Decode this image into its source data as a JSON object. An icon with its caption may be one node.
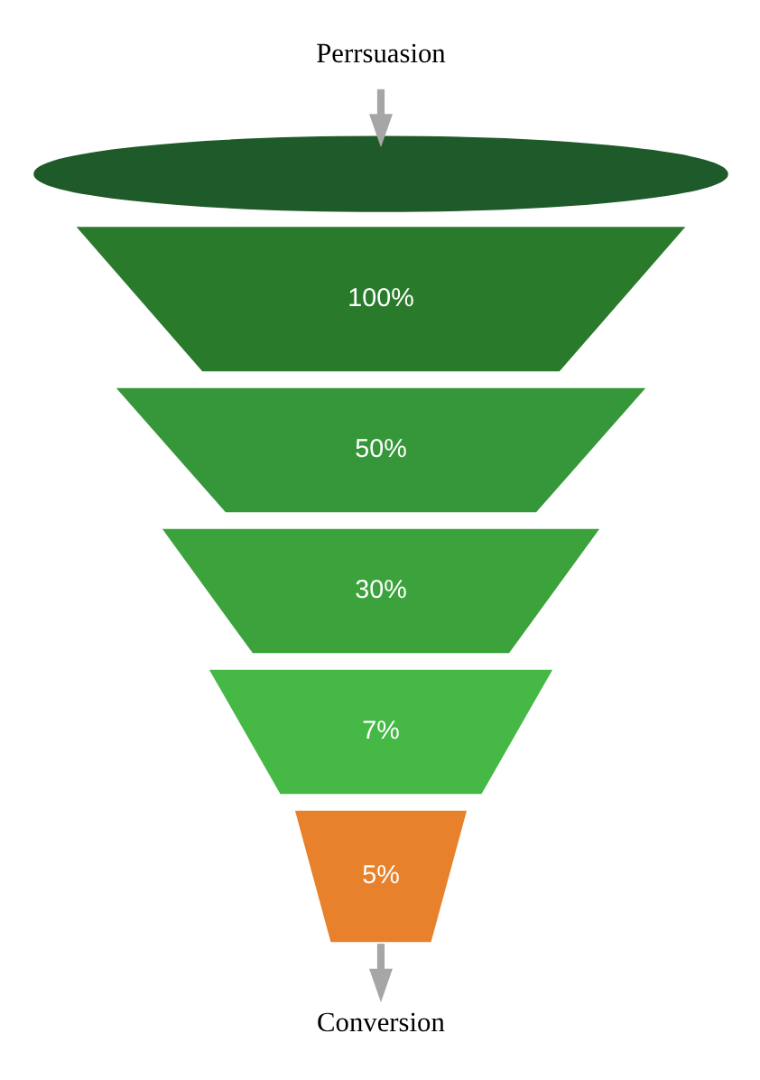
{
  "diagram": {
    "nodes": [
      {
        "text": [
          "Perrsuasion"
        ]
      },
      {
        "text": [],
        "shape": "ellipse"
      },
      {
        "text": [
          "100%"
        ]
      },
      {
        "text": [
          "50%"
        ]
      },
      {
        "text": [
          "30%"
        ]
      },
      {
        "text": [
          "7%"
        ]
      },
      {
        "text": [
          "5%"
        ]
      },
      {
        "text": [
          "Conversion"
        ]
      }
    ],
    "edges": [
      {
        "from": 0,
        "to": 1,
        "arrow": "to",
        "color": "#a6a6a6"
      },
      {
        "from": 6,
        "to": 7,
        "arrow": "to",
        "color": "#a6a6a6"
      }
    ]
  }
}
